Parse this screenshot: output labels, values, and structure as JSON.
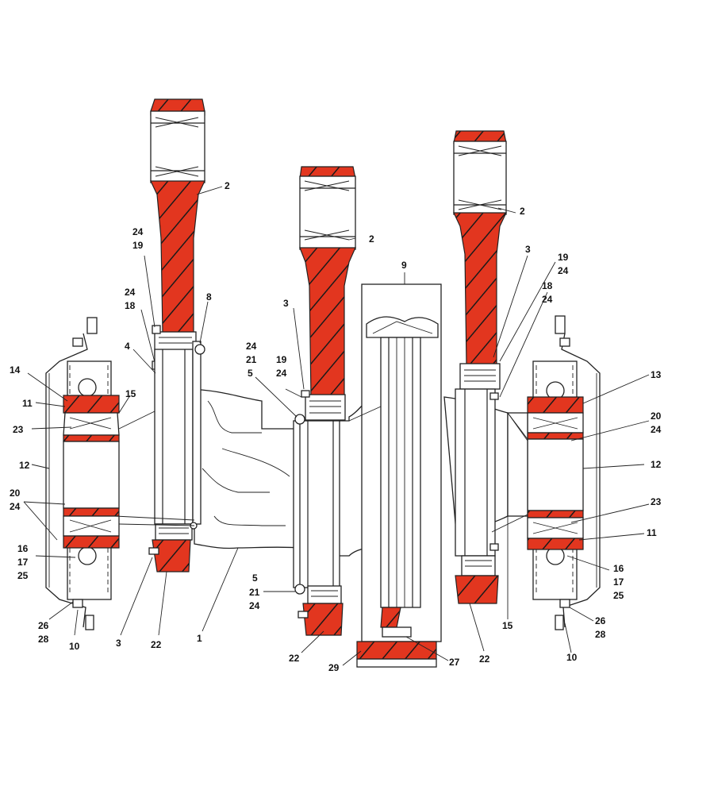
{
  "colors": {
    "highlight": "#e2361f",
    "line": "#222222",
    "background": "#ffffff"
  },
  "labels": {
    "l_2a": "2",
    "l_2b": "2",
    "l_2c": "2",
    "l_24a": "24",
    "l_19a": "19",
    "l_24b": "24",
    "l_18a": "18",
    "l_8": "8",
    "l_4": "4",
    "l_14": "14",
    "l_11a": "11",
    "l_15a": "15",
    "l_23a": "23",
    "l_12a": "12",
    "l_20a": "20",
    "l_24c": "24",
    "l_16a": "16",
    "l_17a": "17",
    "l_25a": "25",
    "l_26a": "26",
    "l_28a": "28",
    "l_10a": "10",
    "l_3a": "3",
    "l_22a": "22",
    "l_1": "1",
    "l_3b": "3",
    "l_24d": "24",
    "l_21a": "21",
    "l_5a": "5",
    "l_19b": "19",
    "l_24e": "24",
    "l_5b": "5",
    "l_21b": "21",
    "l_24f": "24",
    "l_22b": "22",
    "l_29": "29",
    "l_9": "9",
    "l_27": "27",
    "l_3c": "3",
    "l_19c": "19",
    "l_24g": "24",
    "l_18b": "18",
    "l_24h": "24",
    "l_13": "13",
    "l_20b": "20",
    "l_24i": "24",
    "l_12b": "12",
    "l_23b": "23",
    "l_11b": "11",
    "l_16b": "16",
    "l_17b": "17",
    "l_25b": "25",
    "l_26b": "26",
    "l_28b": "28",
    "l_10b": "10",
    "l_15b": "15",
    "l_22c": "22"
  }
}
